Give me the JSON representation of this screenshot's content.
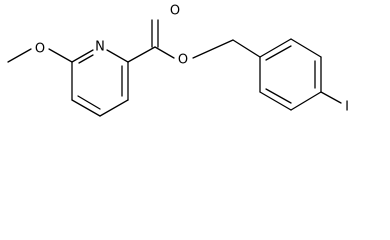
{
  "atoms": {
    "methoxy_oxygen": "O",
    "ring_nitrogen": "N",
    "carbonyl_oxygen": "O",
    "ester_oxygen": "O",
    "iodine": "I"
  }
}
